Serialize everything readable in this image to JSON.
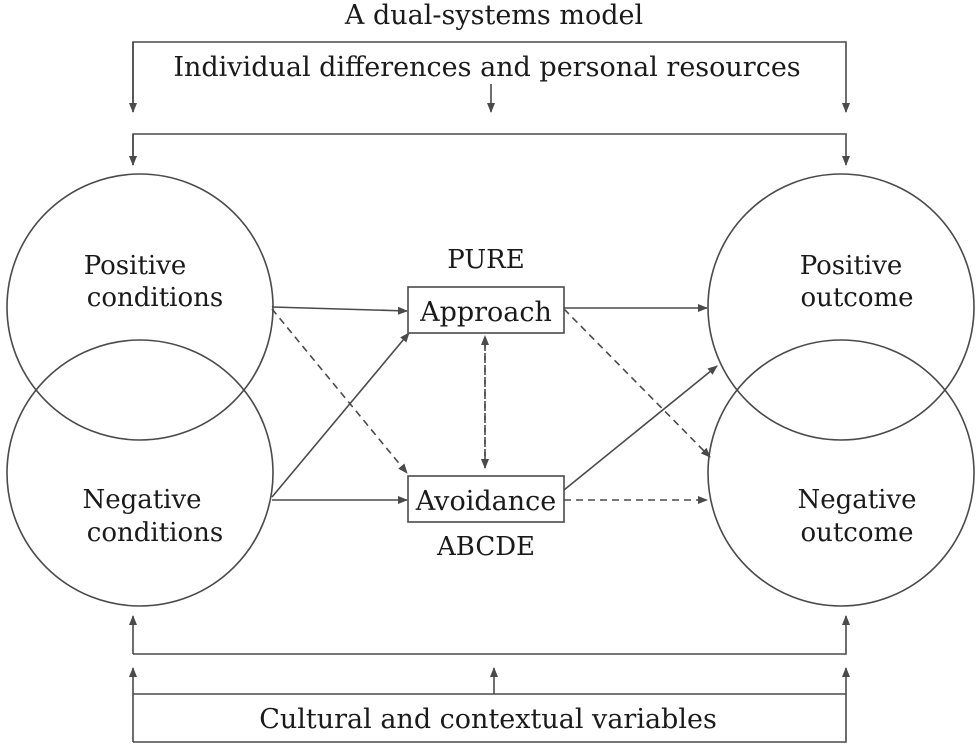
{
  "diagram": {
    "title": "A dual-systems model",
    "top_label": "Individual differences and personal resources",
    "bottom_label": "Cultural and contextual variables",
    "left_top_circle": {
      "line1": "Positive",
      "line2": "conditions"
    },
    "left_bottom_circle": {
      "line1": "Negative",
      "line2": "conditions"
    },
    "right_top_circle": {
      "line1": "Positive",
      "line2": "outcome"
    },
    "right_bottom_circle": {
      "line1": "Negative",
      "line2": "outcome"
    },
    "approach_box": {
      "label": "Approach",
      "caption": "PURE"
    },
    "avoidance_box": {
      "label": "Avoidance",
      "caption": "ABCDE"
    },
    "colors": {
      "stroke": "#4a4a4a",
      "text": "#1a1a1a",
      "background": "#ffffff"
    }
  }
}
